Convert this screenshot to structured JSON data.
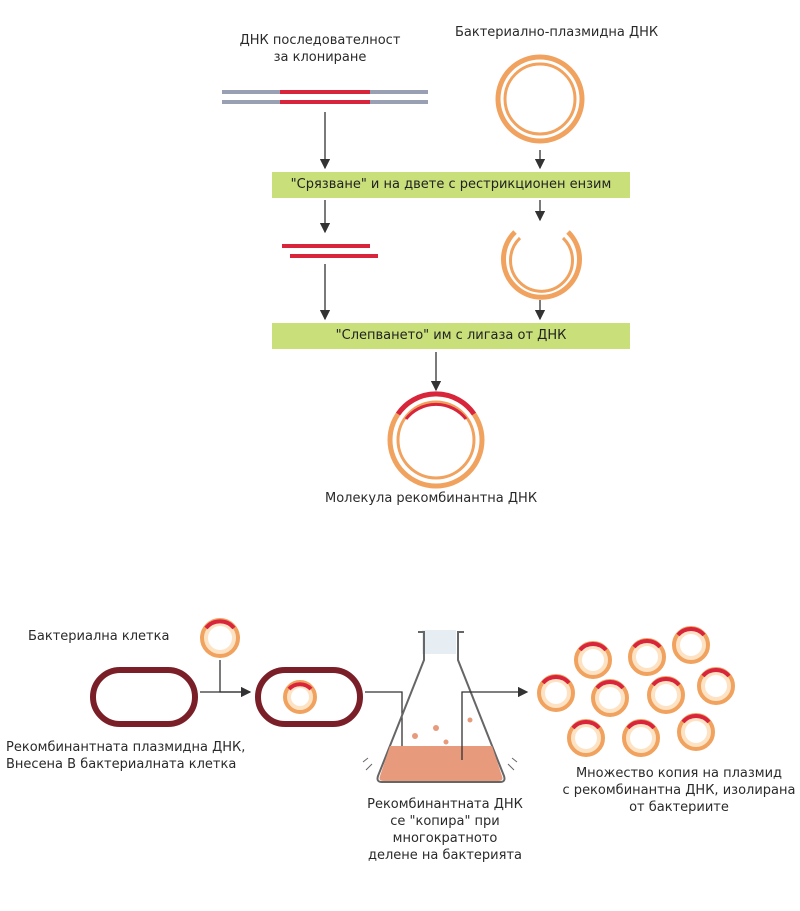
{
  "top": {
    "dna_label": "ДНК последователност\nза клониране",
    "plasmid_label": "Бактериално-плазмидна ДНК",
    "step1": "\"Срязване\" и на двете с рестрикционен ензим",
    "step2": "\"Слепването\" им с лигаза от ДНК",
    "result_label": "Молекула рекомбинантна ДНК"
  },
  "bottom": {
    "cell_label": "Бактериална клетка",
    "inserted_label": "Рекомбинантната плазмидна ДНК,\nВнесена В бактериалната клетка",
    "flask_label": "Рекомбинантната ДНК\nсе \"копира\" при\nмногократното\nделене на бактерията",
    "copies_label": "Множество копия на плазмид\nс рекомбинантна ДНК, изолирана\nот бактериите"
  },
  "colors": {
    "dna_grey": "#9aa0b4",
    "insert_red": "#d8253c",
    "plasmid_orange": "#f0a25e",
    "plasmid_fill": "#fde3c4",
    "cell_brown": "#7a1f28",
    "step_bar": "#c9df7a",
    "medium": "#e89a7c"
  }
}
